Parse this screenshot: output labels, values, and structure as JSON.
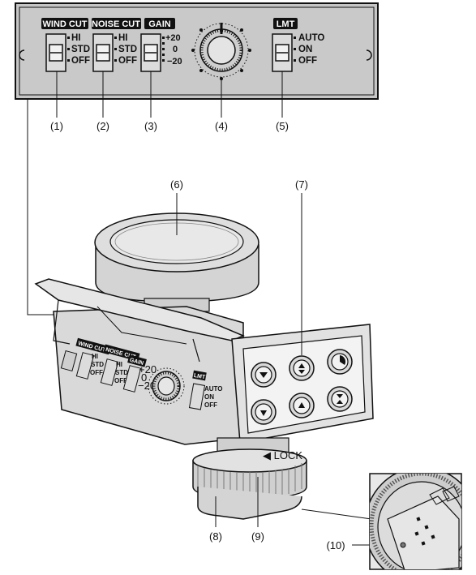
{
  "panel": {
    "switches": [
      {
        "label": "WIND CUT",
        "options": [
          "HI",
          "STD",
          "OFF"
        ]
      },
      {
        "label": "NOISE CUT",
        "options": [
          "HI",
          "STD",
          "OFF"
        ]
      },
      {
        "label": "GAIN",
        "options": [
          "+20",
          "0",
          "−20"
        ]
      },
      {
        "label": "LMT",
        "options": [
          "AUTO",
          "ON",
          "OFF"
        ]
      }
    ]
  },
  "callouts": [
    "(1)",
    "(2)",
    "(3)",
    "(4)",
    "(5)",
    "(6)",
    "(7)",
    "(8)",
    "(9)",
    "(10)"
  ],
  "device": {
    "side_labels": {
      "wind_cut": "WIND CUT",
      "noise_cut": "NOISE CUT",
      "gain": "GAIN",
      "lmt": "LMT",
      "opts_wind": [
        "HI",
        "STD",
        "OFF"
      ],
      "opts_noise": [
        "HI",
        "STD",
        "OFF"
      ],
      "opts_gain": [
        "+20",
        "0",
        "−20"
      ],
      "opts_lmt": [
        "AUTO",
        "ON",
        "OFF"
      ]
    },
    "lock_label": "◀ LOCK"
  },
  "colors": {
    "panel_fill": "#c4c4c4",
    "body_fill": "#d8d8d8",
    "line": "#111111"
  }
}
